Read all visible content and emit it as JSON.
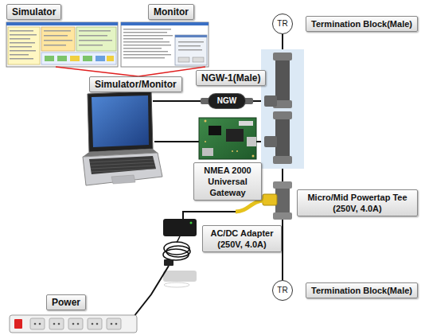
{
  "diagram": {
    "nodes": [
      {
        "text": [
          "Simulator"
        ]
      },
      {
        "text": [
          "Monitor"
        ]
      },
      {
        "text": [
          "TR"
        ]
      },
      {
        "text": [
          "Termination Block(Male)"
        ]
      },
      {
        "text": [
          "Simulator/Monitor"
        ]
      },
      {
        "text": [
          "NGW-1(Male)"
        ]
      },
      {
        "text": [
          "NGW"
        ]
      },
      {
        "text": [
          "NMEA 2000 Universal Gateway"
        ]
      },
      {
        "text": [
          "Micro/Mid Powertap Tee (250V, 4.0A)"
        ]
      },
      {
        "text": [
          "AC/DC Adapter (250V, 4.0A)"
        ]
      },
      {
        "text": [
          "TR"
        ]
      },
      {
        "text": [
          "Termination Block(Male)"
        ]
      },
      {
        "text": [
          "Power"
        ]
      }
    ]
  }
}
